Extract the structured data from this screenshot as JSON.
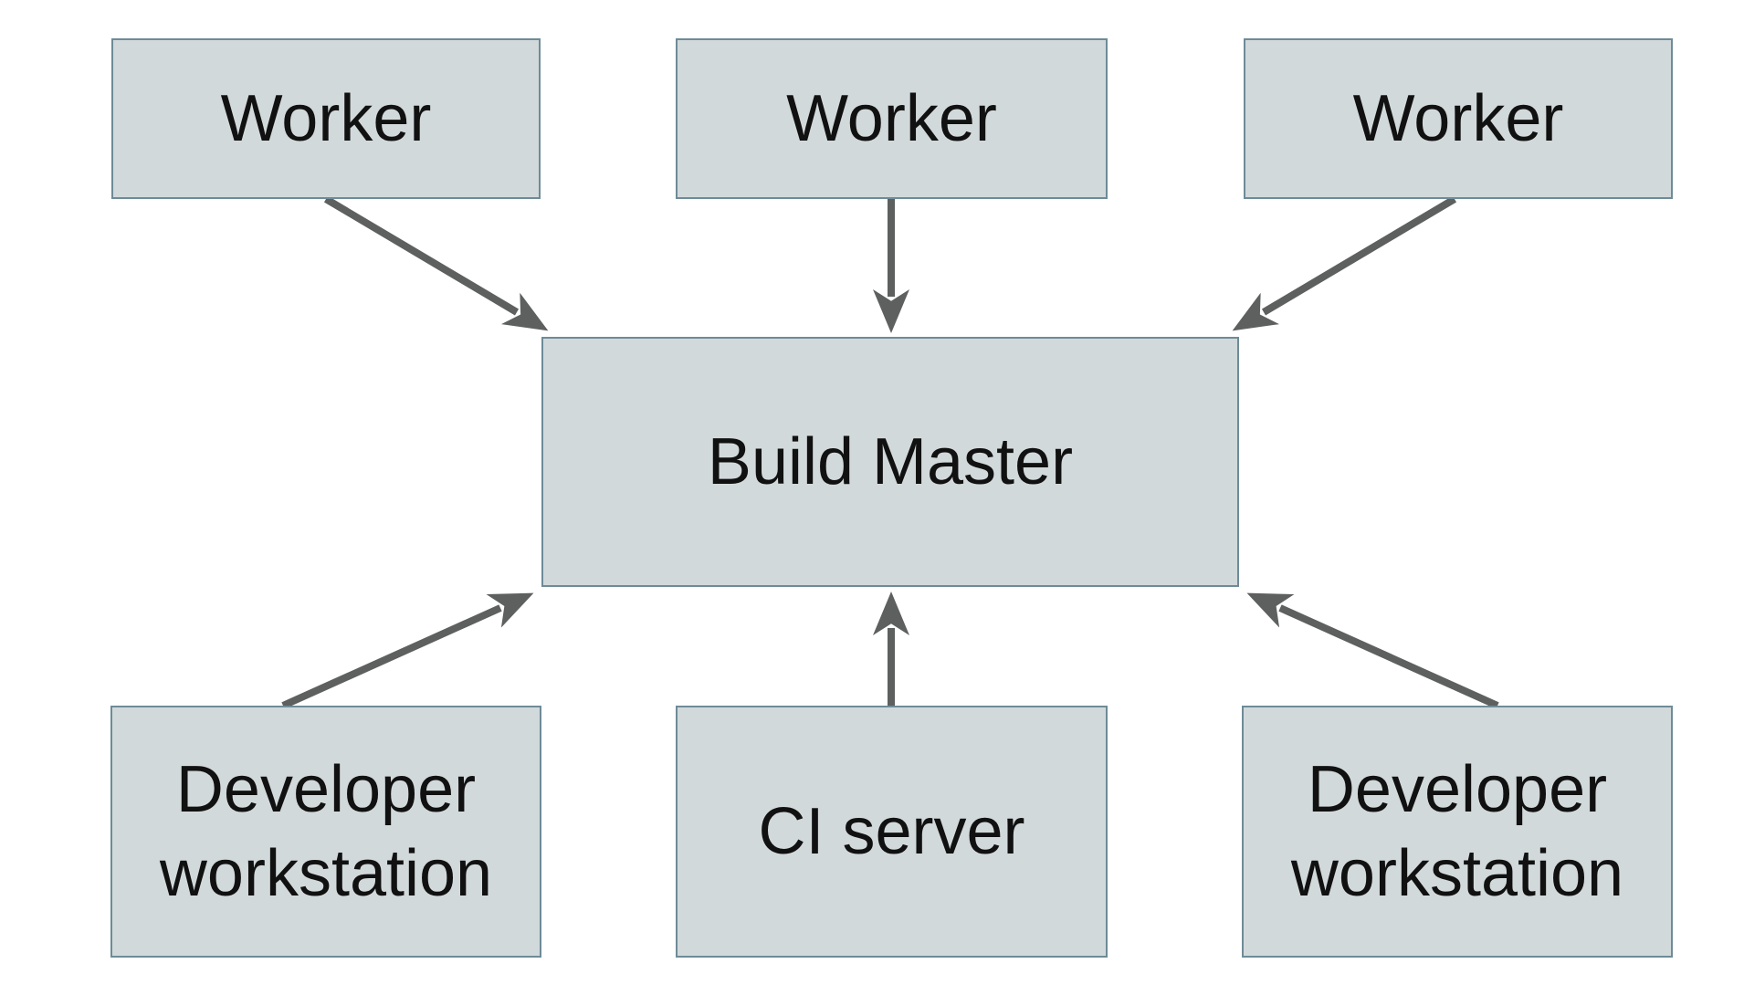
{
  "diagram": {
    "nodes": {
      "worker_top_left": {
        "label": "Worker"
      },
      "worker_top_center": {
        "label": "Worker"
      },
      "worker_top_right": {
        "label": "Worker"
      },
      "build_master": {
        "label": "Build Master"
      },
      "developer_workstation_left": {
        "label": "Developer workstation"
      },
      "ci_server": {
        "label": "CI server"
      },
      "developer_workstation_right": {
        "label": "Developer workstation"
      }
    },
    "edges": [
      {
        "from": "worker_top_left",
        "to": "build_master"
      },
      {
        "from": "worker_top_center",
        "to": "build_master"
      },
      {
        "from": "worker_top_right",
        "to": "build_master"
      },
      {
        "from": "developer_workstation_left",
        "to": "build_master"
      },
      {
        "from": "ci_server",
        "to": "build_master"
      },
      {
        "from": "developer_workstation_right",
        "to": "build_master"
      }
    ],
    "colors": {
      "node_fill": "#d2d9db",
      "node_border": "#6e8b98",
      "arrow": "#5d605f",
      "text": "#111111",
      "background": "#ffffff"
    }
  }
}
